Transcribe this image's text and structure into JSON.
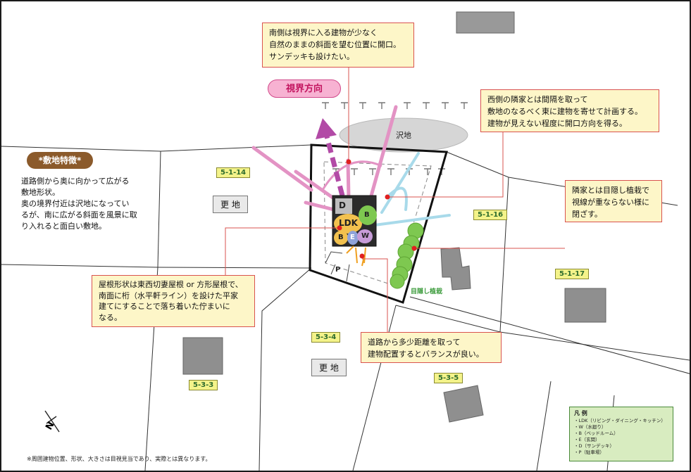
{
  "notes": {
    "south_view": {
      "lines": [
        "南側は視界に入る建物が少なく",
        "自然のままの斜面を望む位置に開口。",
        "サンデッキも設けたい。"
      ]
    },
    "west_neighbor": {
      "lines": [
        "西側の隣家とは間隔を取って",
        "敷地のなるべく東に建物を寄せて計画する。",
        "建物が見えない程度に開口方向を得る。"
      ]
    },
    "screen_planting": {
      "lines": [
        "隣家とは目隠し植栽で",
        "視線が重ならない様に",
        "閉ざす。"
      ]
    },
    "roof": {
      "lines": [
        "屋根形状は東西切妻屋根 or 方形屋根で、",
        "南面に桁（水平軒ライン）を設けた平家",
        "建てにすることで落ち着いた佇まいに",
        "なる。"
      ]
    },
    "road": {
      "lines": [
        "道路から多少距離を取って",
        "建物配置するとバランスが良い。"
      ]
    }
  },
  "site_features": {
    "title": "*敷地特徴*",
    "lines": [
      "道路側から奥に向かって広がる",
      "敷地形状。",
      "奥の境界付近は沢地になってい",
      "るが、南に広がる斜面を風景に取",
      "り入れると面白い敷地。"
    ]
  },
  "view_direction": "視界方向",
  "marsh": "沢地",
  "screen_planting_label": "目隠し植栽",
  "lots": {
    "l514": "5-1-14",
    "l516": "5-1-16",
    "l517": "5-1-17",
    "l534": "5-3-4",
    "l533": "5-3-3",
    "l535": "5-3-5"
  },
  "vacant": {
    "a": "更 地",
    "b": "更 地"
  },
  "rooms": {
    "d": "D",
    "ldk": "LDK",
    "b1": "B",
    "b2": "B",
    "e": "E",
    "w": "W",
    "p": "P"
  },
  "legend": {
    "title": "凡 例",
    "items": [
      "・LDK（リビング・ダイニング・キッチン）",
      "・W（水廻り）",
      "・B（ベッドルーム）",
      "・E（玄関）",
      "・D（サンデッキ）",
      "・P（駐車場）"
    ]
  },
  "compass_label": "N",
  "footnote": "※周囲建物位置、形状、大きさは目視見当であり、実際とは異なります。",
  "colors": {
    "note_bg": "#fdf6c8",
    "note_border": "#d9534f",
    "view_arrow": "#e393c4",
    "view_arrow_dashed": "#b24aa6",
    "sky_arrow": "#a8daea",
    "tree": "#7ec850",
    "connector": "#d9534f"
  }
}
